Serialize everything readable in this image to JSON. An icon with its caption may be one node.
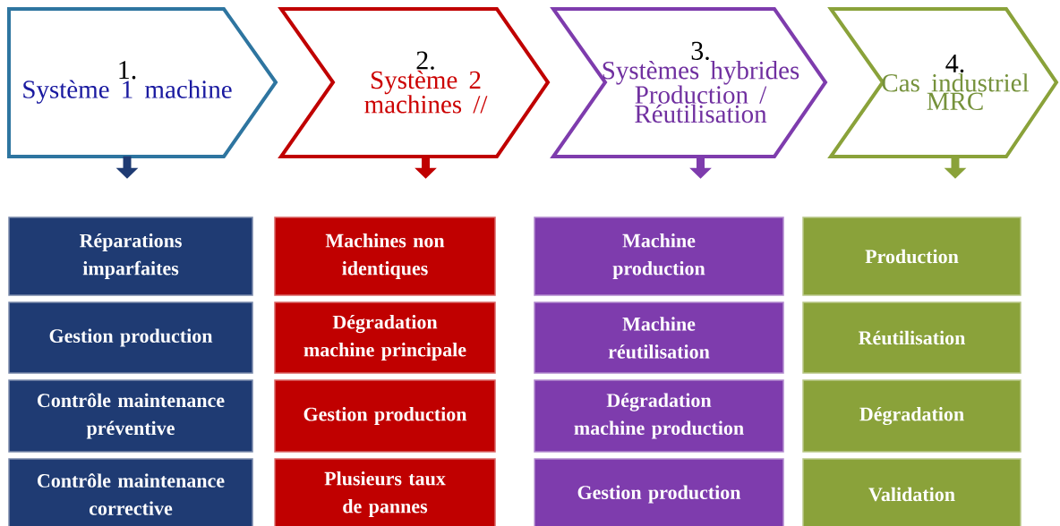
{
  "diagram": {
    "nodes": [
      {
        "text": [
          "1.",
          "Système 1 machine"
        ]
      },
      {
        "text": [
          "2.",
          "Système 2 machines //"
        ]
      },
      {
        "text": [
          "3.",
          "Systèmes hybrides Production / Réutilisation"
        ]
      },
      {
        "text": [
          "4.",
          "Cas industriel MRC"
        ]
      },
      {
        "text": [
          "Réparations imparfaites"
        ]
      },
      {
        "text": [
          "Gestion production"
        ]
      },
      {
        "text": [
          "Contrôle maintenance préventive"
        ]
      },
      {
        "text": [
          "Contrôle maintenance corrective"
        ]
      },
      {
        "text": [
          "Machines non identiques"
        ]
      },
      {
        "text": [
          "Dégradation machine principale"
        ]
      },
      {
        "text": [
          "Gestion production"
        ]
      },
      {
        "text": [
          "Plusieurs taux de pannes"
        ]
      },
      {
        "text": [
          "Machine production"
        ]
      },
      {
        "text": [
          "Machine réutilisation"
        ]
      },
      {
        "text": [
          "Dégradation machine production"
        ]
      },
      {
        "text": [
          "Gestion production"
        ]
      },
      {
        "text": [
          "Production"
        ]
      },
      {
        "text": [
          "Réutilisation"
        ]
      },
      {
        "text": [
          "Dégradation"
        ]
      },
      {
        "text": [
          "Validation"
        ]
      }
    ],
    "edges": [
      {
        "from": 0,
        "to": null,
        "arrow": "to",
        "color": "#1f3b73"
      },
      {
        "from": 1,
        "to": null,
        "arrow": "to",
        "color": "#c00000"
      },
      {
        "from": 2,
        "to": null,
        "arrow": "to",
        "color": "#7e3cad"
      },
      {
        "from": 3,
        "to": null,
        "arrow": "to",
        "color": "#8aa23a"
      }
    ]
  }
}
